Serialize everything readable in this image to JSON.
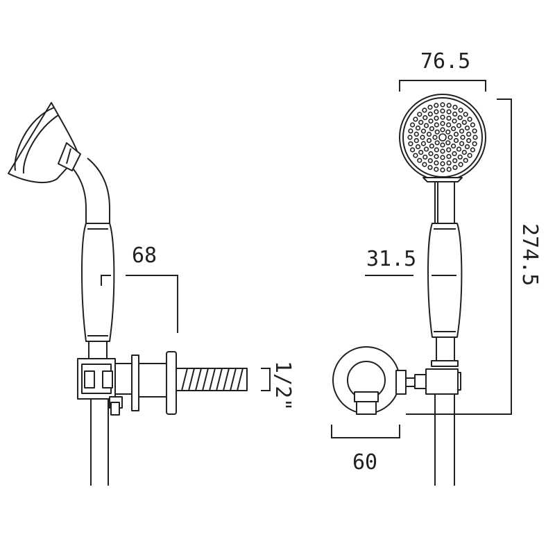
{
  "figure": {
    "description_free": true,
    "line_color": "#231f20",
    "background": "#ffffff"
  },
  "dimensions": {
    "projection_length": "68",
    "thread_size": "1/2\"",
    "head_diameter": "76.5",
    "handle_diameter": "31.5",
    "overall_height": "274.5",
    "bracket_width": "60"
  }
}
